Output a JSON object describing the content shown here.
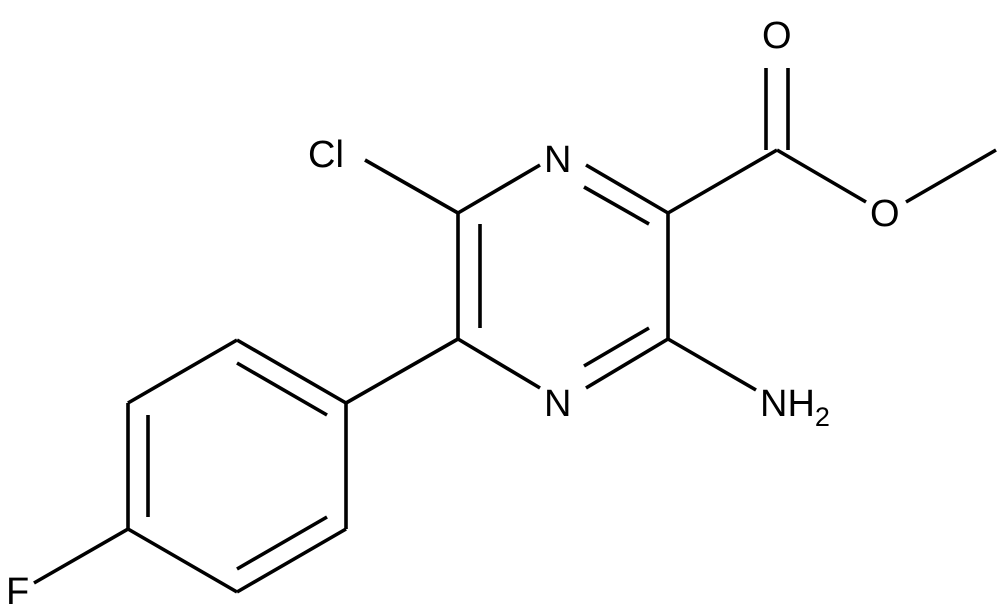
{
  "molecule": {
    "atoms": {
      "ring_n1": "N",
      "ring_n4": "N",
      "chloro": "Cl",
      "amino": "NH",
      "amino_subscript": "2",
      "carbonyl_o": "O",
      "ester_o": "O",
      "fluoro": "F"
    }
  },
  "colors": {
    "bond": "#000000",
    "text": "#000000",
    "background": "#ffffff"
  }
}
